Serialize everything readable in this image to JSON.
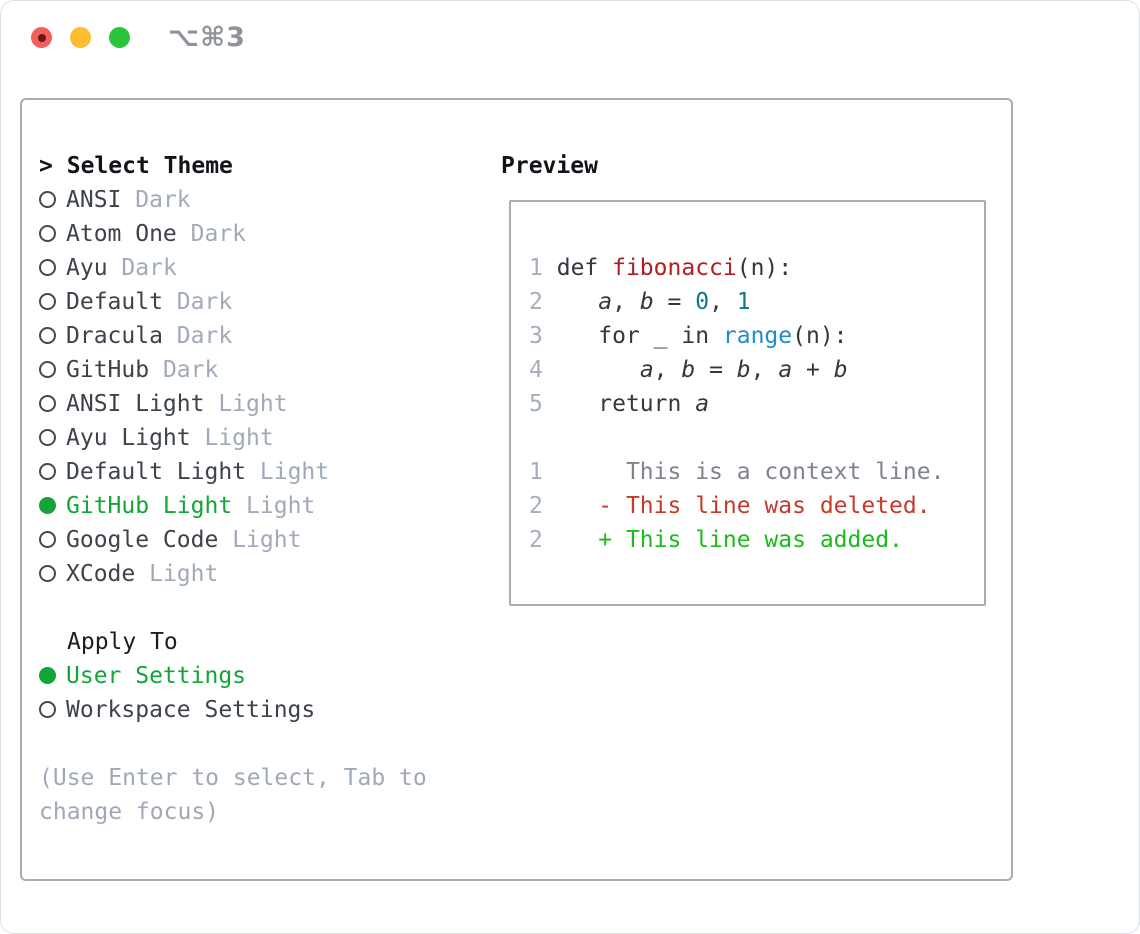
{
  "window": {
    "title": "⌥⌘3"
  },
  "colors": {
    "selected_green": "#13a538",
    "border_gray": "#a6adb7",
    "function_red": "#b02020",
    "number_teal": "#0e7a85",
    "builtin_blue": "#1e8ccd",
    "context_gray": "#7e848d",
    "deleted_red": "#c43a2b",
    "added_green": "#1bbb1b"
  },
  "picker": {
    "prompt": ">",
    "title": "Select Theme",
    "themes": [
      {
        "name": "ANSI",
        "variant": "Dark",
        "selected": false
      },
      {
        "name": "Atom One",
        "variant": "Dark",
        "selected": false
      },
      {
        "name": "Ayu",
        "variant": "Dark",
        "selected": false
      },
      {
        "name": "Default",
        "variant": "Dark",
        "selected": false
      },
      {
        "name": "Dracula",
        "variant": "Dark",
        "selected": false
      },
      {
        "name": "GitHub",
        "variant": "Dark",
        "selected": false
      },
      {
        "name": "ANSI Light",
        "variant": "Light",
        "selected": false
      },
      {
        "name": "Ayu Light",
        "variant": "Light",
        "selected": false
      },
      {
        "name": "Default Light",
        "variant": "Light",
        "selected": false
      },
      {
        "name": "GitHub Light",
        "variant": "Light",
        "selected": true
      },
      {
        "name": "Google Code",
        "variant": "Light",
        "selected": false
      },
      {
        "name": "XCode",
        "variant": "Light",
        "selected": false
      }
    ],
    "apply_to_label": "Apply To",
    "apply_options": [
      {
        "name": "User Settings",
        "selected": true
      },
      {
        "name": "Workspace Settings",
        "selected": false
      }
    ],
    "hint_lines": [
      "(Use Enter to select, Tab to",
      "change focus)"
    ]
  },
  "preview": {
    "title": "Preview",
    "code_lines": [
      {
        "num": "1",
        "segments": [
          {
            "text": "def ",
            "style": "plain"
          },
          {
            "text": "fibonacci",
            "style": "function"
          },
          {
            "text": "(n):",
            "style": "plain"
          }
        ]
      },
      {
        "num": "2",
        "segments": [
          {
            "text": "   ",
            "style": "plain"
          },
          {
            "text": "a",
            "style": "variable"
          },
          {
            "text": ", ",
            "style": "plain"
          },
          {
            "text": "b",
            "style": "variable"
          },
          {
            "text": " = ",
            "style": "plain"
          },
          {
            "text": "0",
            "style": "number"
          },
          {
            "text": ", ",
            "style": "plain"
          },
          {
            "text": "1",
            "style": "number"
          }
        ]
      },
      {
        "num": "3",
        "segments": [
          {
            "text": "   for _ in ",
            "style": "plain"
          },
          {
            "text": "range",
            "style": "builtin"
          },
          {
            "text": "(n):",
            "style": "plain"
          }
        ]
      },
      {
        "num": "4",
        "segments": [
          {
            "text": "      ",
            "style": "plain"
          },
          {
            "text": "a",
            "style": "variable"
          },
          {
            "text": ", ",
            "style": "plain"
          },
          {
            "text": "b",
            "style": "variable"
          },
          {
            "text": " = ",
            "style": "plain"
          },
          {
            "text": "b",
            "style": "variable"
          },
          {
            "text": ", ",
            "style": "plain"
          },
          {
            "text": "a",
            "style": "variable"
          },
          {
            "text": " + ",
            "style": "plain"
          },
          {
            "text": "b",
            "style": "variable"
          }
        ]
      },
      {
        "num": "5",
        "segments": [
          {
            "text": "   return ",
            "style": "plain"
          },
          {
            "text": "a",
            "style": "variable"
          }
        ]
      },
      {
        "num": "",
        "segments": []
      },
      {
        "num": "1",
        "segments": [
          {
            "text": "     This is a context line.",
            "style": "context"
          }
        ]
      },
      {
        "num": "2",
        "segments": [
          {
            "text": "   ",
            "style": "plain"
          },
          {
            "text": "- This line was deleted.",
            "style": "deleted"
          }
        ]
      },
      {
        "num": "2",
        "segments": [
          {
            "text": "   ",
            "style": "plain"
          },
          {
            "text": "+ This line was added.",
            "style": "added"
          }
        ]
      }
    ]
  }
}
